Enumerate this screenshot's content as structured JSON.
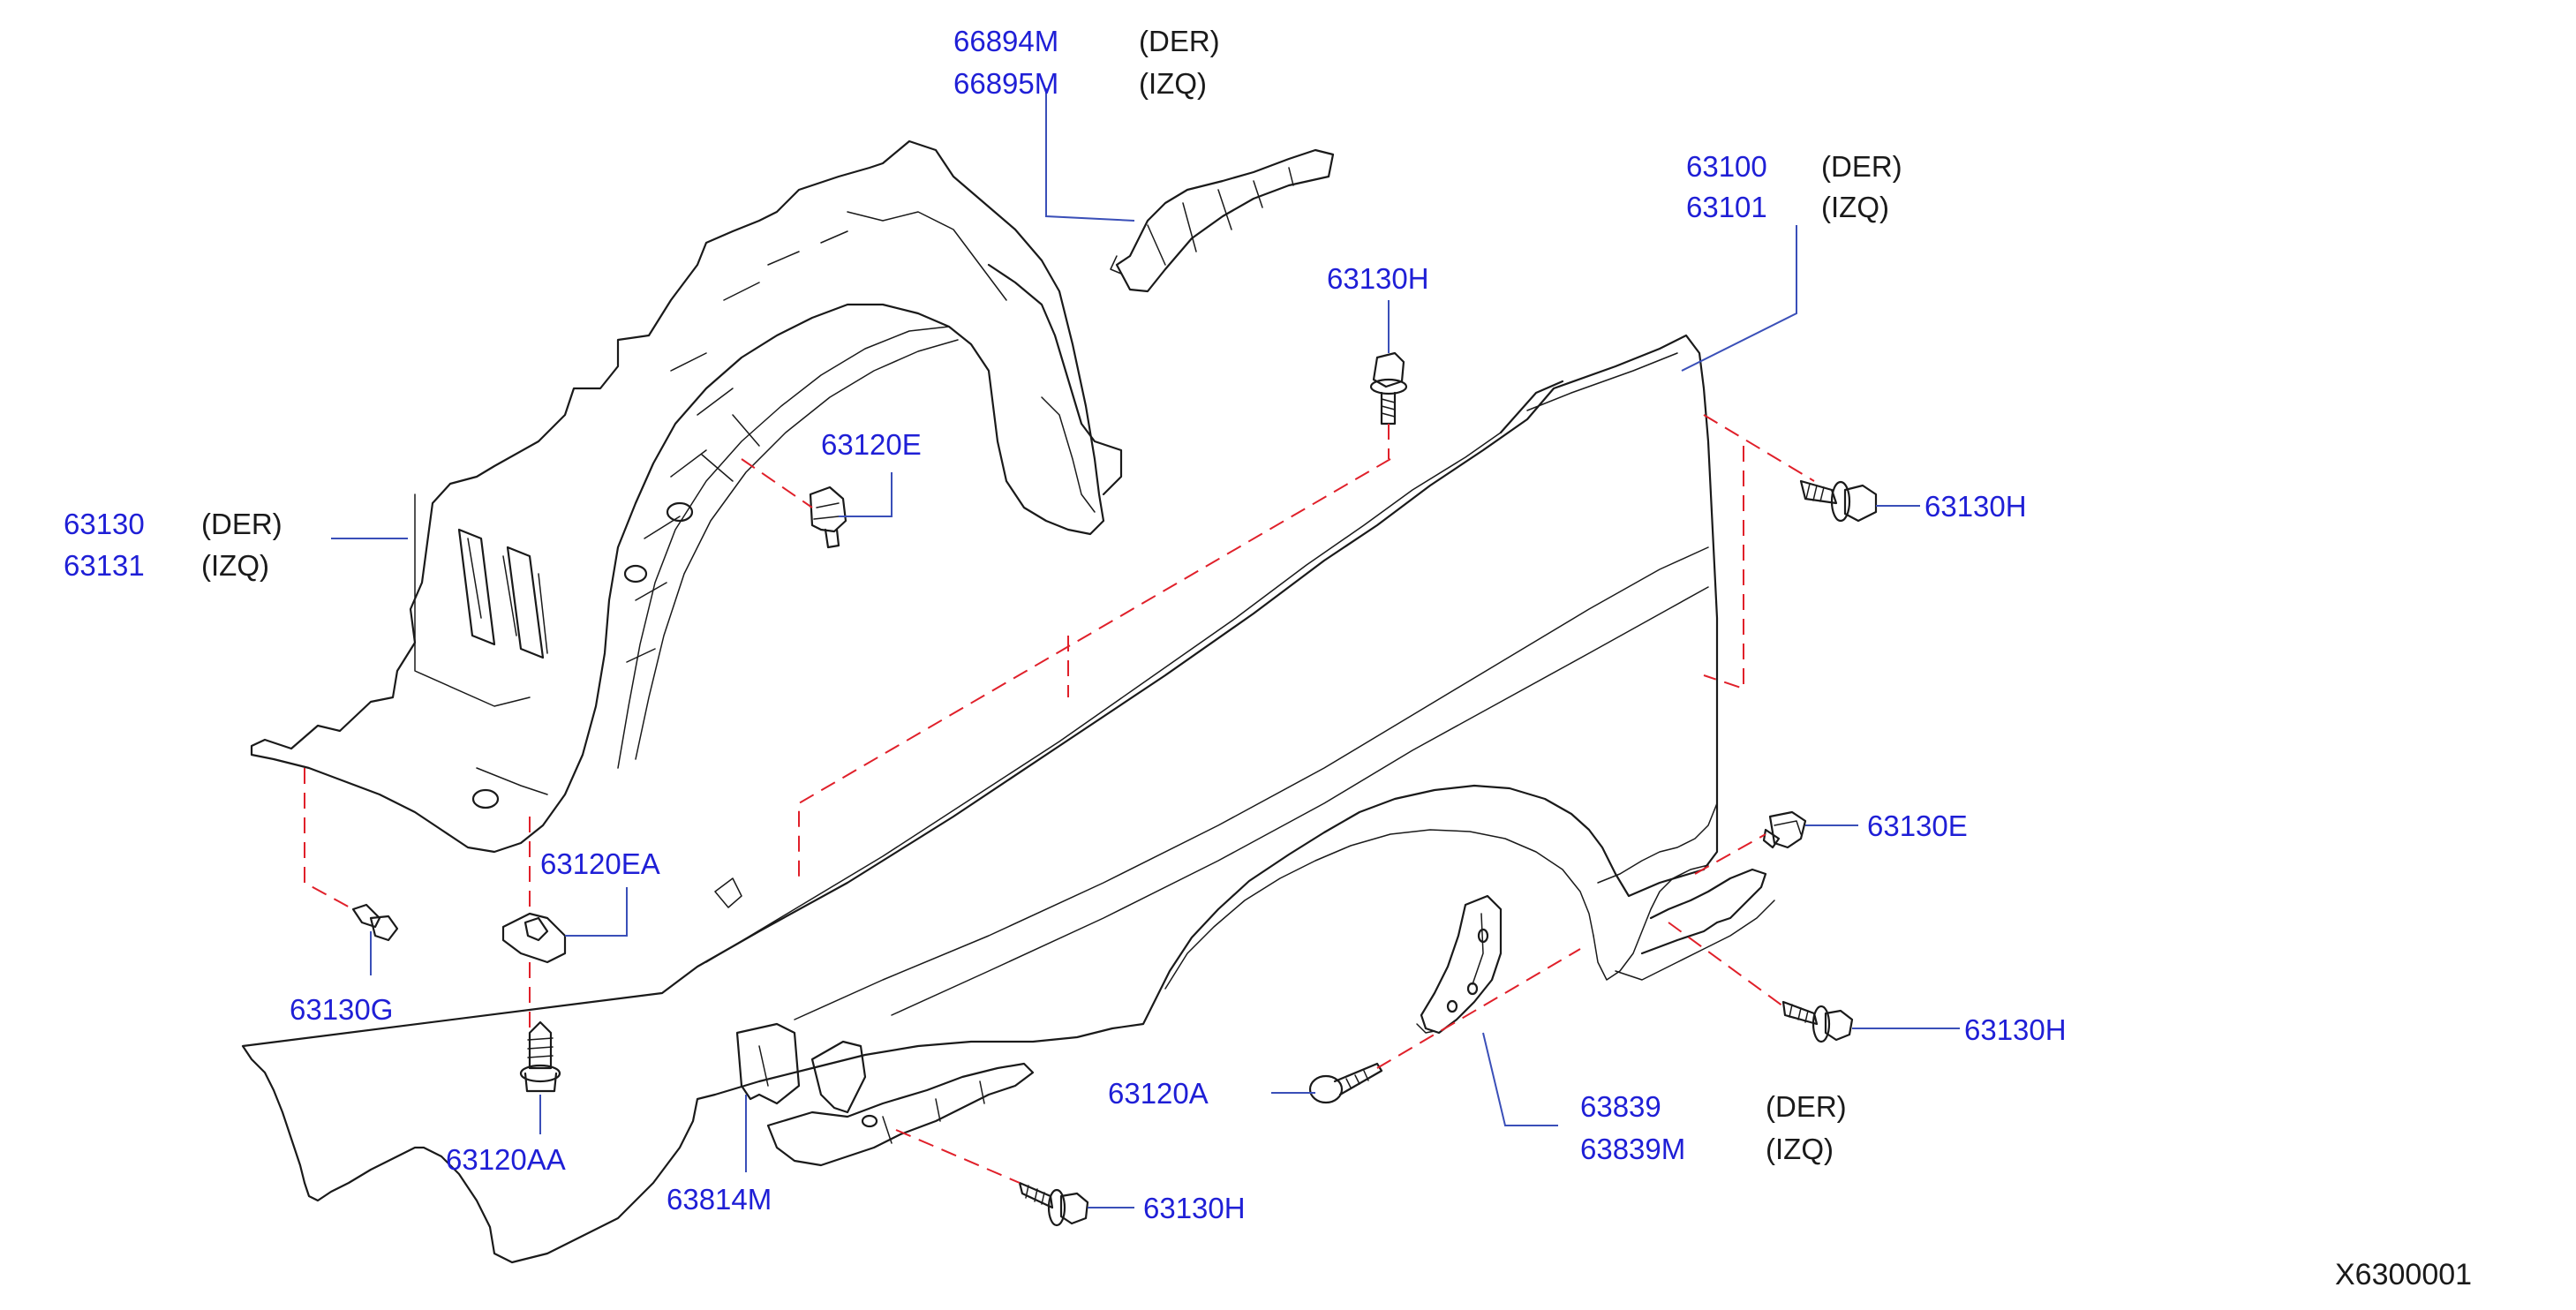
{
  "diagram_id": "X6300001",
  "callouts": {
    "fender_bracket": {
      "pn": [
        "66894M",
        "66895M"
      ],
      "side": [
        "(DER)",
        "(IZQ)"
      ]
    },
    "fender": {
      "pn": [
        "63100",
        "63101"
      ],
      "side": [
        "(DER)",
        "(IZQ)"
      ]
    },
    "fender_protector": {
      "pn": [
        "63130",
        "63131"
      ],
      "side": [
        "(DER)",
        "(IZQ)"
      ]
    },
    "mudguard": {
      "pn": [
        "63839",
        "63839M"
      ],
      "side": [
        "(DER)",
        "(IZQ)"
      ]
    },
    "screw_top": "63130H",
    "clip_e": "63120E",
    "screw_rear_upper": "63130H",
    "clip_rear": "63130E",
    "screw_rear_lower": "63130H",
    "nut_ea": "63120EA",
    "grommet_g": "63130G",
    "screw_aa": "63120AA",
    "screw_a": "63120A",
    "bracket_front": "63814M",
    "screw_bottom": "63130H"
  }
}
